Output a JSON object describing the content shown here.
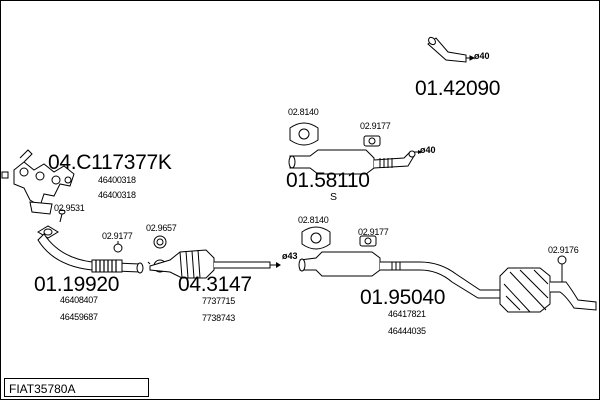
{
  "diagram": {
    "model_code": "FIAT35780A",
    "parts": [
      {
        "number": "01.42090"
      },
      {
        "number": "04.C117377K",
        "refs": [
          "46400318",
          "46400318"
        ]
      },
      {
        "number": "01.58110",
        "note": "S"
      },
      {
        "number": "01.19920",
        "refs": [
          "46408407",
          "46459687"
        ]
      },
      {
        "number": "04.3147",
        "refs": [
          "7737715",
          "7738743"
        ]
      },
      {
        "number": "01.95040",
        "refs": [
          "46417821",
          "46444035"
        ]
      }
    ],
    "fittings": [
      "02.8140",
      "02.9177",
      "02.9531",
      "02.9177",
      "02.9657",
      "02.8140",
      "02.9177",
      "02.9176"
    ],
    "diameters": [
      "40",
      "40",
      "43"
    ],
    "diameter_symbol": "ø"
  }
}
